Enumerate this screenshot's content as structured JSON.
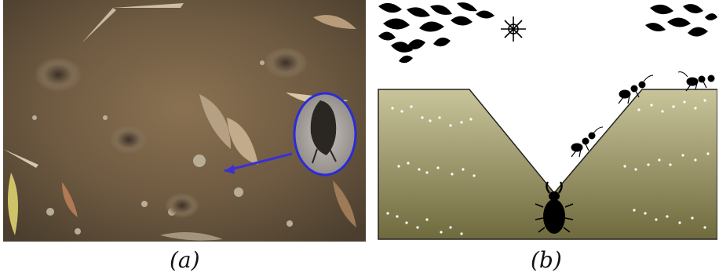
{
  "figure": {
    "panels": [
      {
        "id": "a",
        "label": "(a)",
        "content": "photograph"
      },
      {
        "id": "b",
        "label": "(b)",
        "content": "illustration"
      }
    ],
    "colors": {
      "highlight_ellipse": "#2b2bd9",
      "arrow": "#3a2fd6",
      "soil_gradient_light": "#c9c59a",
      "soil_gradient_dark": "#6f6a3e",
      "silhouette": "#000000",
      "ground_dots": "#ffffff"
    }
  }
}
